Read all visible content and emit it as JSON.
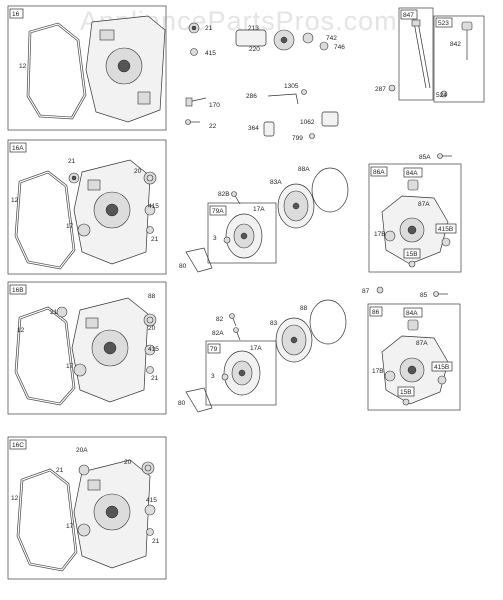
{
  "watermark": "AppliancePartsPros.com",
  "assemblies": {
    "a16": {
      "tag": "16",
      "parts": [
        "12",
        "21",
        "415"
      ]
    },
    "a16a": {
      "tag": "16A",
      "parts": [
        "21",
        "20",
        "12",
        "17",
        "415",
        "21"
      ]
    },
    "a16b": {
      "tag": "16B",
      "parts": [
        "88",
        "21",
        "12",
        "20",
        "17",
        "415",
        "21"
      ]
    },
    "a16c": {
      "tag": "16C",
      "parts": [
        "20A",
        "21",
        "20",
        "12",
        "17",
        "415",
        "21"
      ]
    },
    "a79a": {
      "tag": "79A",
      "parts": [
        "82B",
        "83A",
        "88A",
        "17A",
        "3",
        "80"
      ]
    },
    "a79": {
      "tag": "79",
      "parts": [
        "82",
        "82A",
        "83",
        "88",
        "17A",
        "3",
        "80"
      ]
    },
    "a86a": {
      "tag": "86A",
      "parts": [
        "85A",
        "84A",
        "87A",
        "17B",
        "415B",
        "15B"
      ]
    },
    "a86": {
      "tag": "86",
      "parts": [
        "87",
        "85",
        "84A",
        "87A",
        "17B",
        "415B",
        "15B"
      ]
    },
    "misc": {
      "parts": [
        "213",
        "220",
        "742",
        "746",
        "170",
        "22",
        "286",
        "1305",
        "364",
        "1062",
        "799"
      ]
    },
    "a847": {
      "tag": "847",
      "parts": [
        "287"
      ]
    },
    "a523": {
      "tag": "523",
      "parts": [
        "842",
        "524"
      ]
    }
  }
}
